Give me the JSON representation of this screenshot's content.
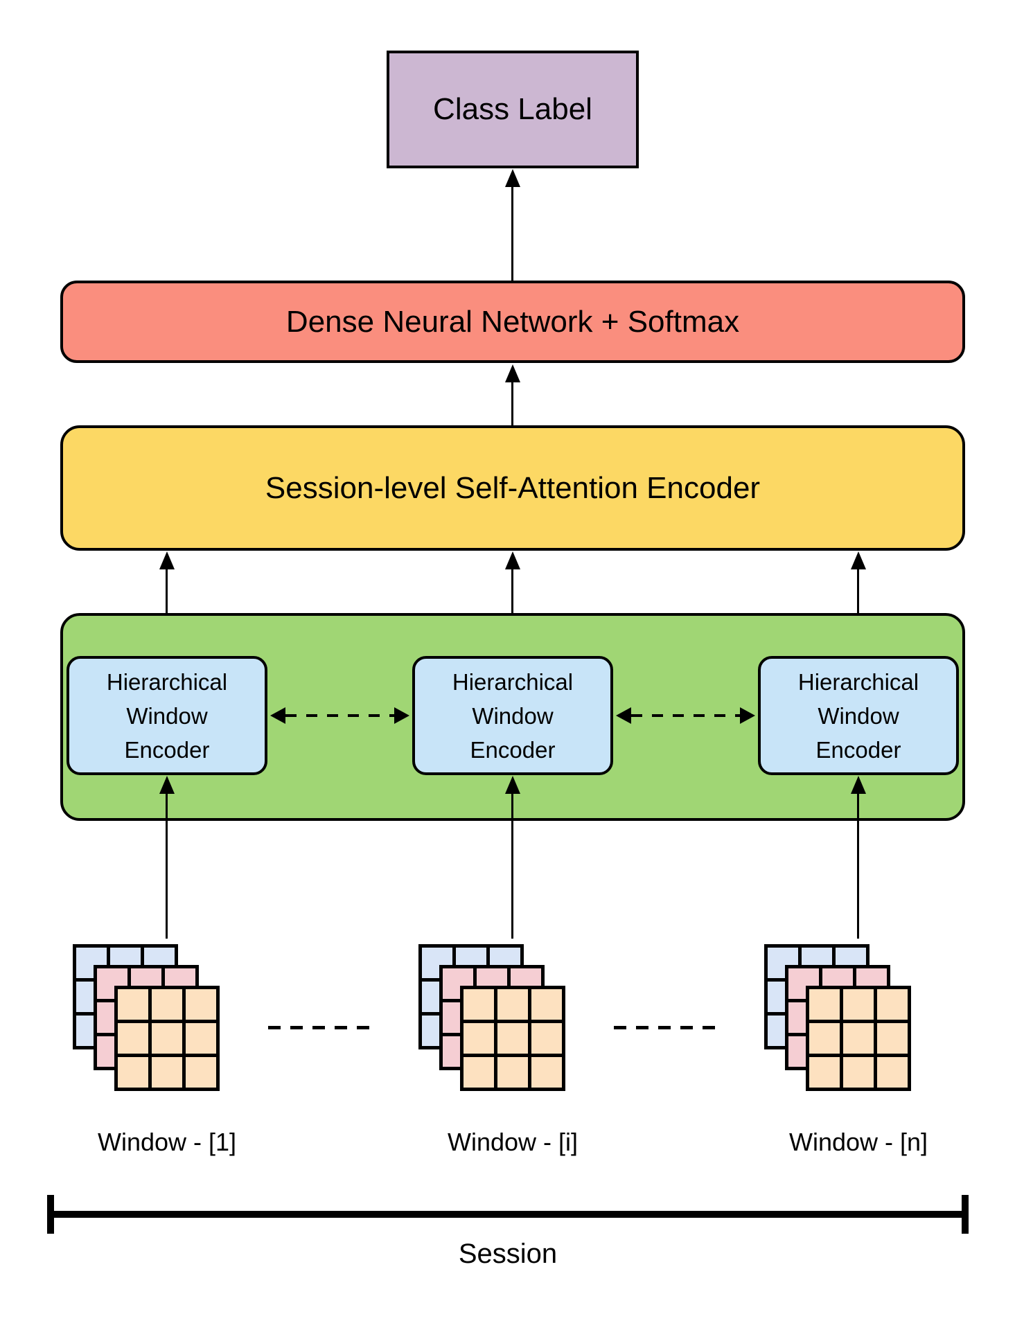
{
  "diagram": {
    "title_semantics": "Hierarchical window encoder session classification architecture",
    "class_label": "Class Label",
    "dnn_softmax": "Dense Neural Network + Softmax",
    "session_encoder": "Session-level Self-Attention Encoder",
    "encoder_box": {
      "line1": "Hierarchical",
      "line2": "Window",
      "line3": "Encoder"
    },
    "windows": [
      {
        "label": "Window - [1]"
      },
      {
        "label": "Window - [i]"
      },
      {
        "label": "Window - [n]"
      }
    ],
    "session_label": "Session",
    "colors": {
      "class_label_fill": "#ccb7d2",
      "dnn_fill": "#fa8e7e",
      "session_encoder_fill": "#fcd864",
      "encoder_group_fill": "#a0d674",
      "encoder_box_fill": "#c8e4f8",
      "grid_back_fill": "#d9e5f7",
      "grid_middle_fill": "#f5ced3",
      "grid_front_fill": "#fde1c0",
      "outline": "#000000",
      "background": "#ffffff"
    }
  }
}
